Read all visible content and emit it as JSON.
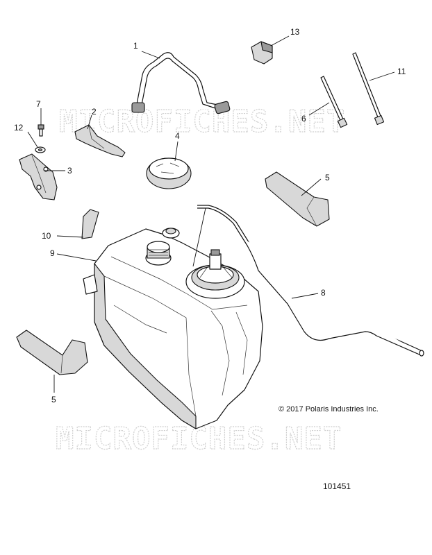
{
  "watermark": "MICROFICHES.NET",
  "copyright": "© 2017 Polaris Industries Inc.",
  "document_number": "101451",
  "callouts": {
    "c1": "1",
    "c2": "2",
    "c3": "3",
    "c4": "4",
    "c5a": "5",
    "c5b": "5",
    "c6": "6",
    "c7": "7",
    "c8": "8",
    "c9": "9",
    "c10": "10",
    "c11": "11",
    "c12": "12",
    "c13": "13"
  }
}
